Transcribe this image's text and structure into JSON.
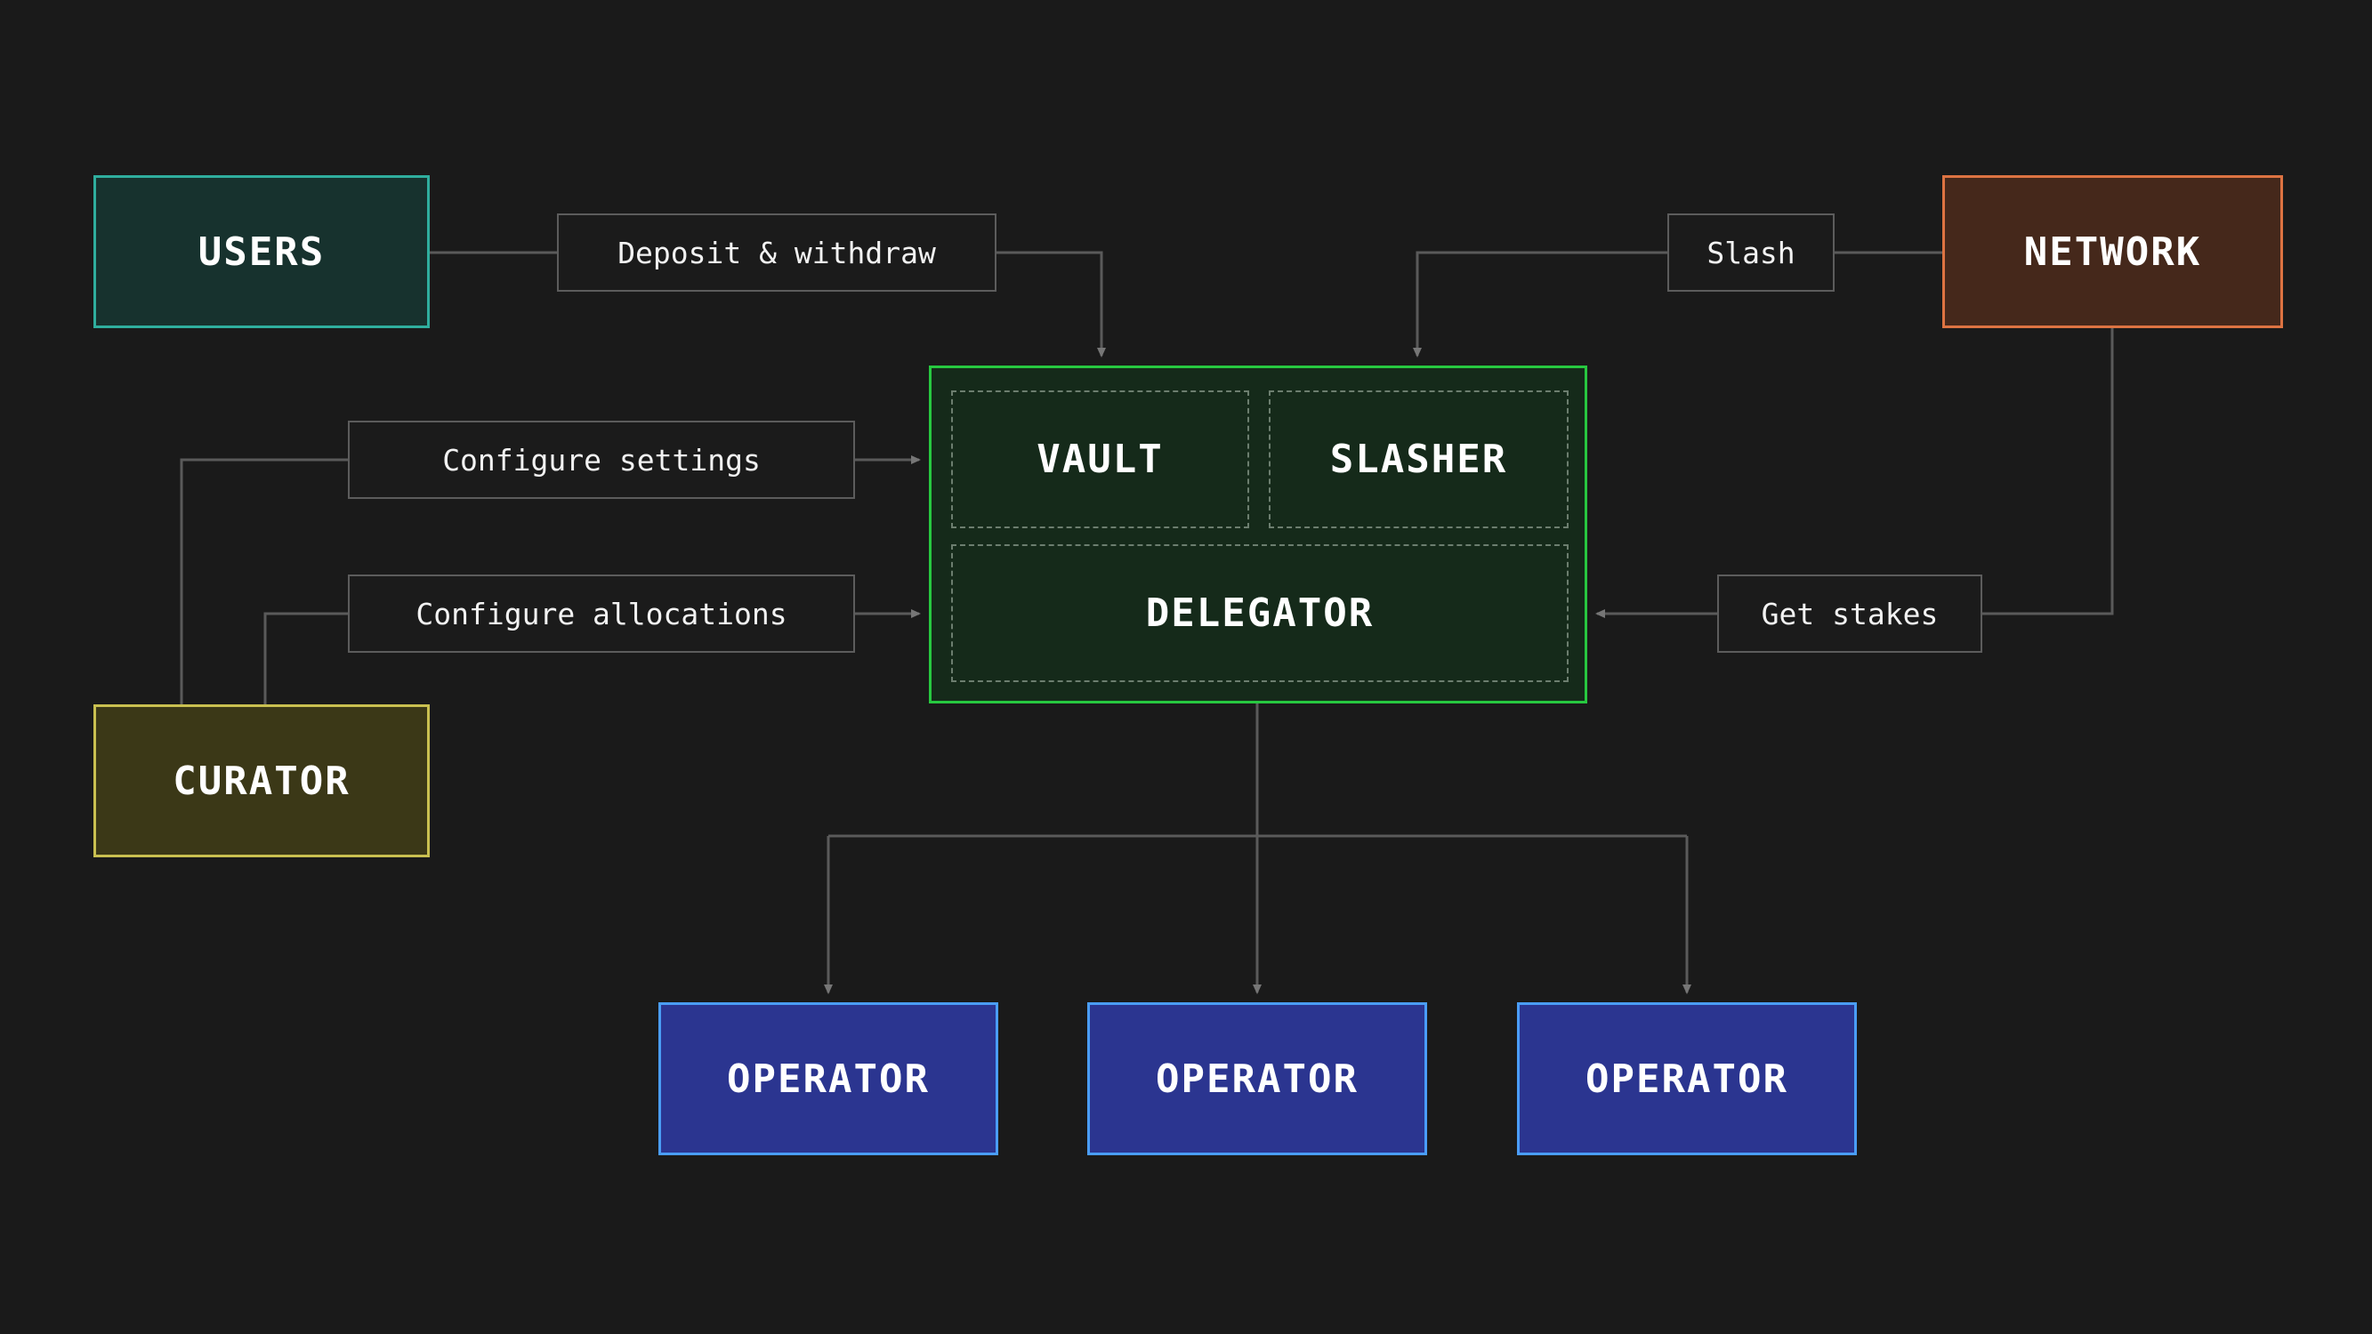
{
  "diagram": {
    "background_color": "#1a1a1a",
    "wire_color": "#5a5a5a"
  },
  "nodes": {
    "users": {
      "label": "USERS",
      "fill": "#17322e",
      "border": "#2fae9e"
    },
    "network": {
      "label": "NETWORK",
      "fill": "#45281b",
      "border": "#dd7342"
    },
    "curator": {
      "label": "CURATOR",
      "fill": "#3b3817",
      "border": "#c9c050"
    },
    "operators": [
      {
        "label": "OPERATOR",
        "fill": "#2b3590",
        "border": "#4a9df8"
      },
      {
        "label": "OPERATOR",
        "fill": "#2b3590",
        "border": "#4a9df8"
      },
      {
        "label": "OPERATOR",
        "fill": "#2b3590",
        "border": "#4a9df8"
      }
    ]
  },
  "container": {
    "fill": "#152a1a",
    "border": "#27c840",
    "vault": "VAULT",
    "slasher": "SLASHER",
    "delegator": "DELEGATOR"
  },
  "labels": {
    "deposit_withdraw": "Deposit & withdraw",
    "slash": "Slash",
    "configure_settings": "Configure settings",
    "configure_allocations": "Configure allocations",
    "get_stakes": "Get stakes"
  }
}
